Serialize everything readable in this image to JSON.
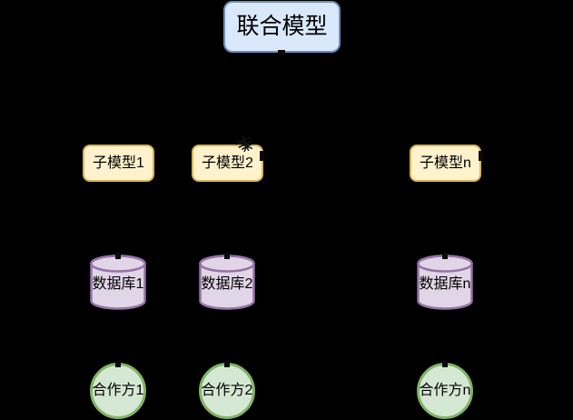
{
  "palette": {
    "canvas-bg": "#000000",
    "node-text": "#000000",
    "blue-fill": "#dae8fc",
    "blue-stroke": "#6c8ebf",
    "yellow-fill": "#fff2cc",
    "yellow-stroke": "#d6b656",
    "purple-fill": "#e1d5e7",
    "purple-stroke": "#9673a6",
    "green-fill": "#d5e8d4",
    "green-stroke": "#82b366"
  },
  "diagram": {
    "title": "联合模型",
    "columns": [
      {
        "submodel": "子模型1",
        "database": "数据库1",
        "partner": "合作方1"
      },
      {
        "submodel": "子模型2",
        "database": "数据库2",
        "partner": "合作方2"
      },
      {
        "submodel": "子模型n",
        "database": "数据库n",
        "partner": "合作方n"
      }
    ]
  }
}
